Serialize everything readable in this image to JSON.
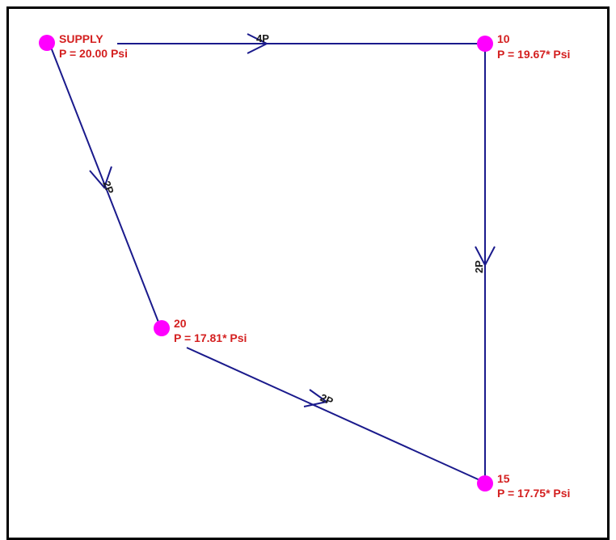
{
  "colors": {
    "node": "#ff00ff",
    "pipe": "#1a1a8c",
    "node_text": "#d42020",
    "pipe_text": "#1a1a1a",
    "border": "#000000"
  },
  "nodes": [
    {
      "id": "SUPPLY",
      "name": "SUPPLY",
      "pressure": "P = 20.00 Psi"
    },
    {
      "id": "10",
      "name": "10",
      "pressure": "P = 19.67* Psi"
    },
    {
      "id": "20",
      "name": "20",
      "pressure": "P = 17.81* Psi"
    },
    {
      "id": "15",
      "name": "15",
      "pressure": "P = 17.75* Psi"
    }
  ],
  "pipes": [
    {
      "from": "SUPPLY",
      "to": "10",
      "label": "4P"
    },
    {
      "from": "SUPPLY",
      "to": "20",
      "label": "2P"
    },
    {
      "from": "10",
      "to": "15",
      "label": "2P"
    },
    {
      "from": "20",
      "to": "15",
      "label": "2P"
    }
  ]
}
